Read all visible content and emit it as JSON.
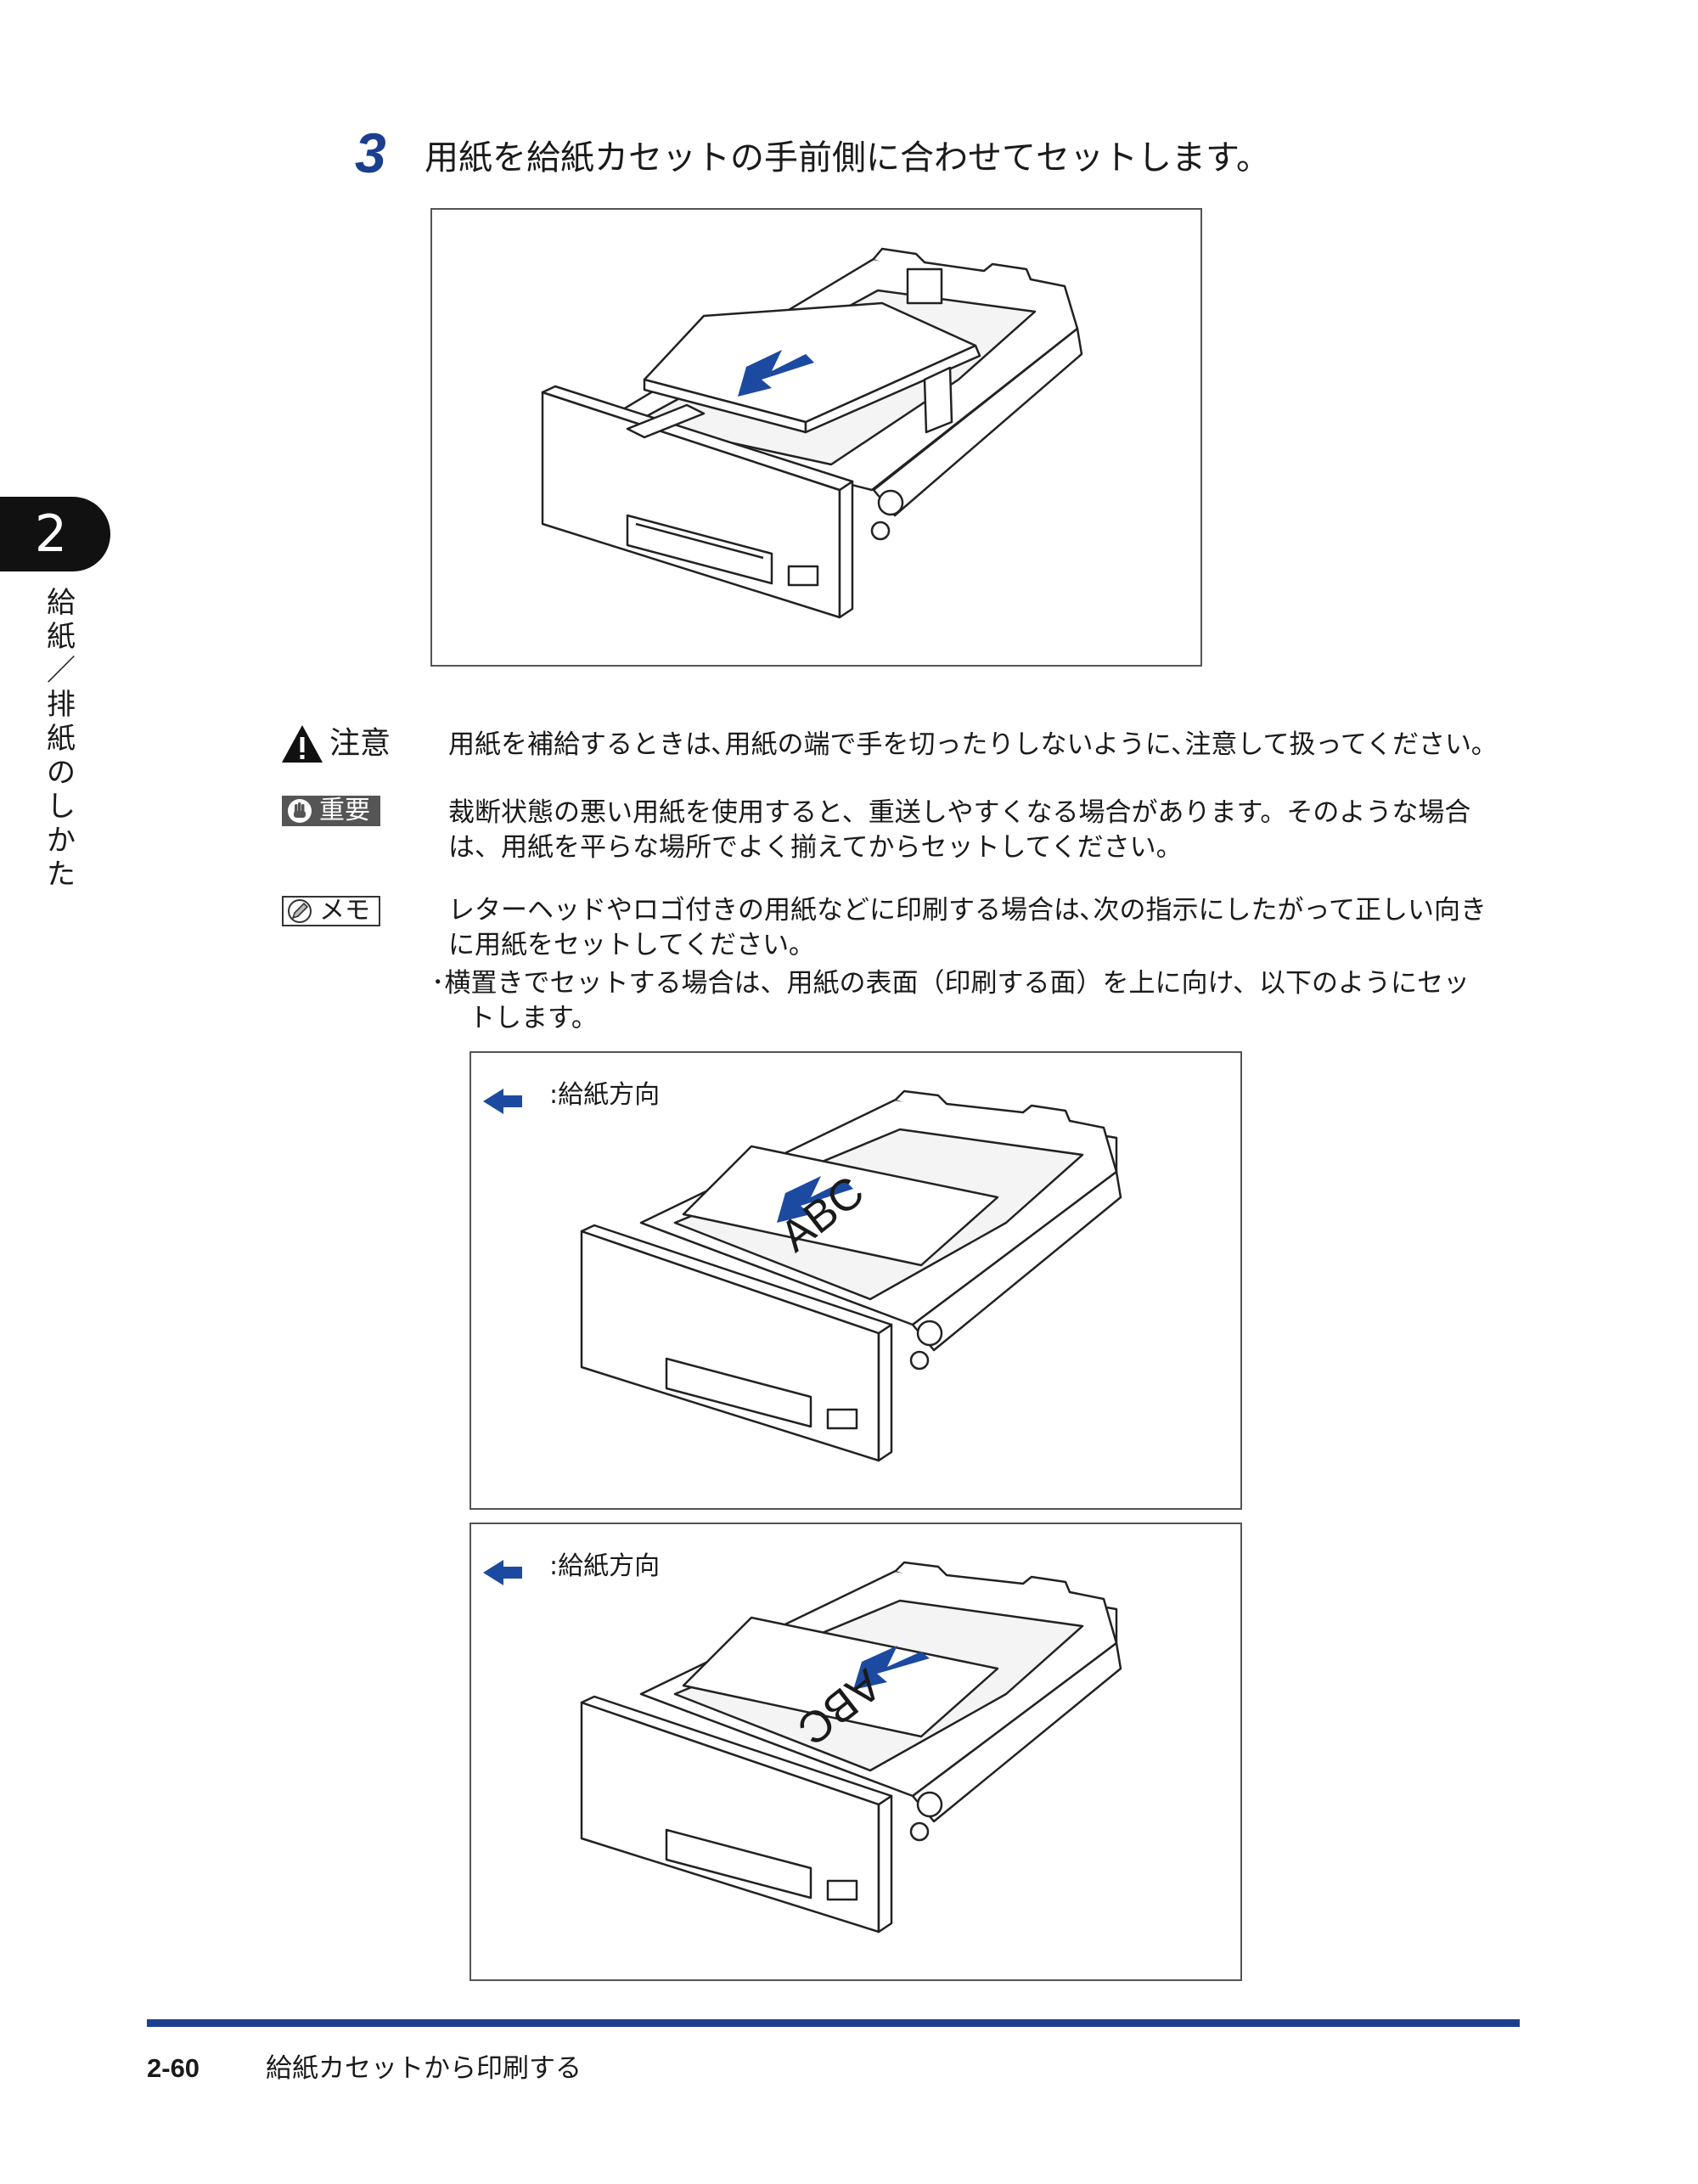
{
  "step": {
    "number": "3",
    "text": "用紙を給紙カセットの手前側に合わせてセットします。"
  },
  "chapter": {
    "number": "2",
    "side_title": [
      "給",
      "紙",
      "／",
      "排",
      "紙",
      "の",
      "し",
      "か",
      "た"
    ]
  },
  "caution": {
    "label": "注意",
    "text": "用紙を補給するときは､用紙の端で手を切ったりしないように､注意して扱ってください｡"
  },
  "important": {
    "label": "重要",
    "lines": [
      "裁断状態の悪い用紙を使用すると、重送しやすくなる場合があります。そのような場合",
      "は、用紙を平らな場所でよく揃えてからセットしてください。"
    ]
  },
  "memo": {
    "label": "メモ",
    "lines": [
      "レターヘッドやロゴ付きの用紙などに印刷する場合は､次の指示にしたがって正しい向き",
      "に用紙をセットしてください｡"
    ],
    "bullet_lines": [
      "･横置きでセットする場合は、用紙の表面（印刷する面）を上に向け、以下のようにセッ",
      "トします。"
    ]
  },
  "figures": {
    "feed_caption": ":給紙方向",
    "paper_text": "ABC"
  },
  "footer": {
    "page": "2-60",
    "title": "給紙カセットから印刷する"
  },
  "colors": {
    "accent_blue": "#1d3f8f",
    "arrow_blue": "#1c4aa0"
  }
}
